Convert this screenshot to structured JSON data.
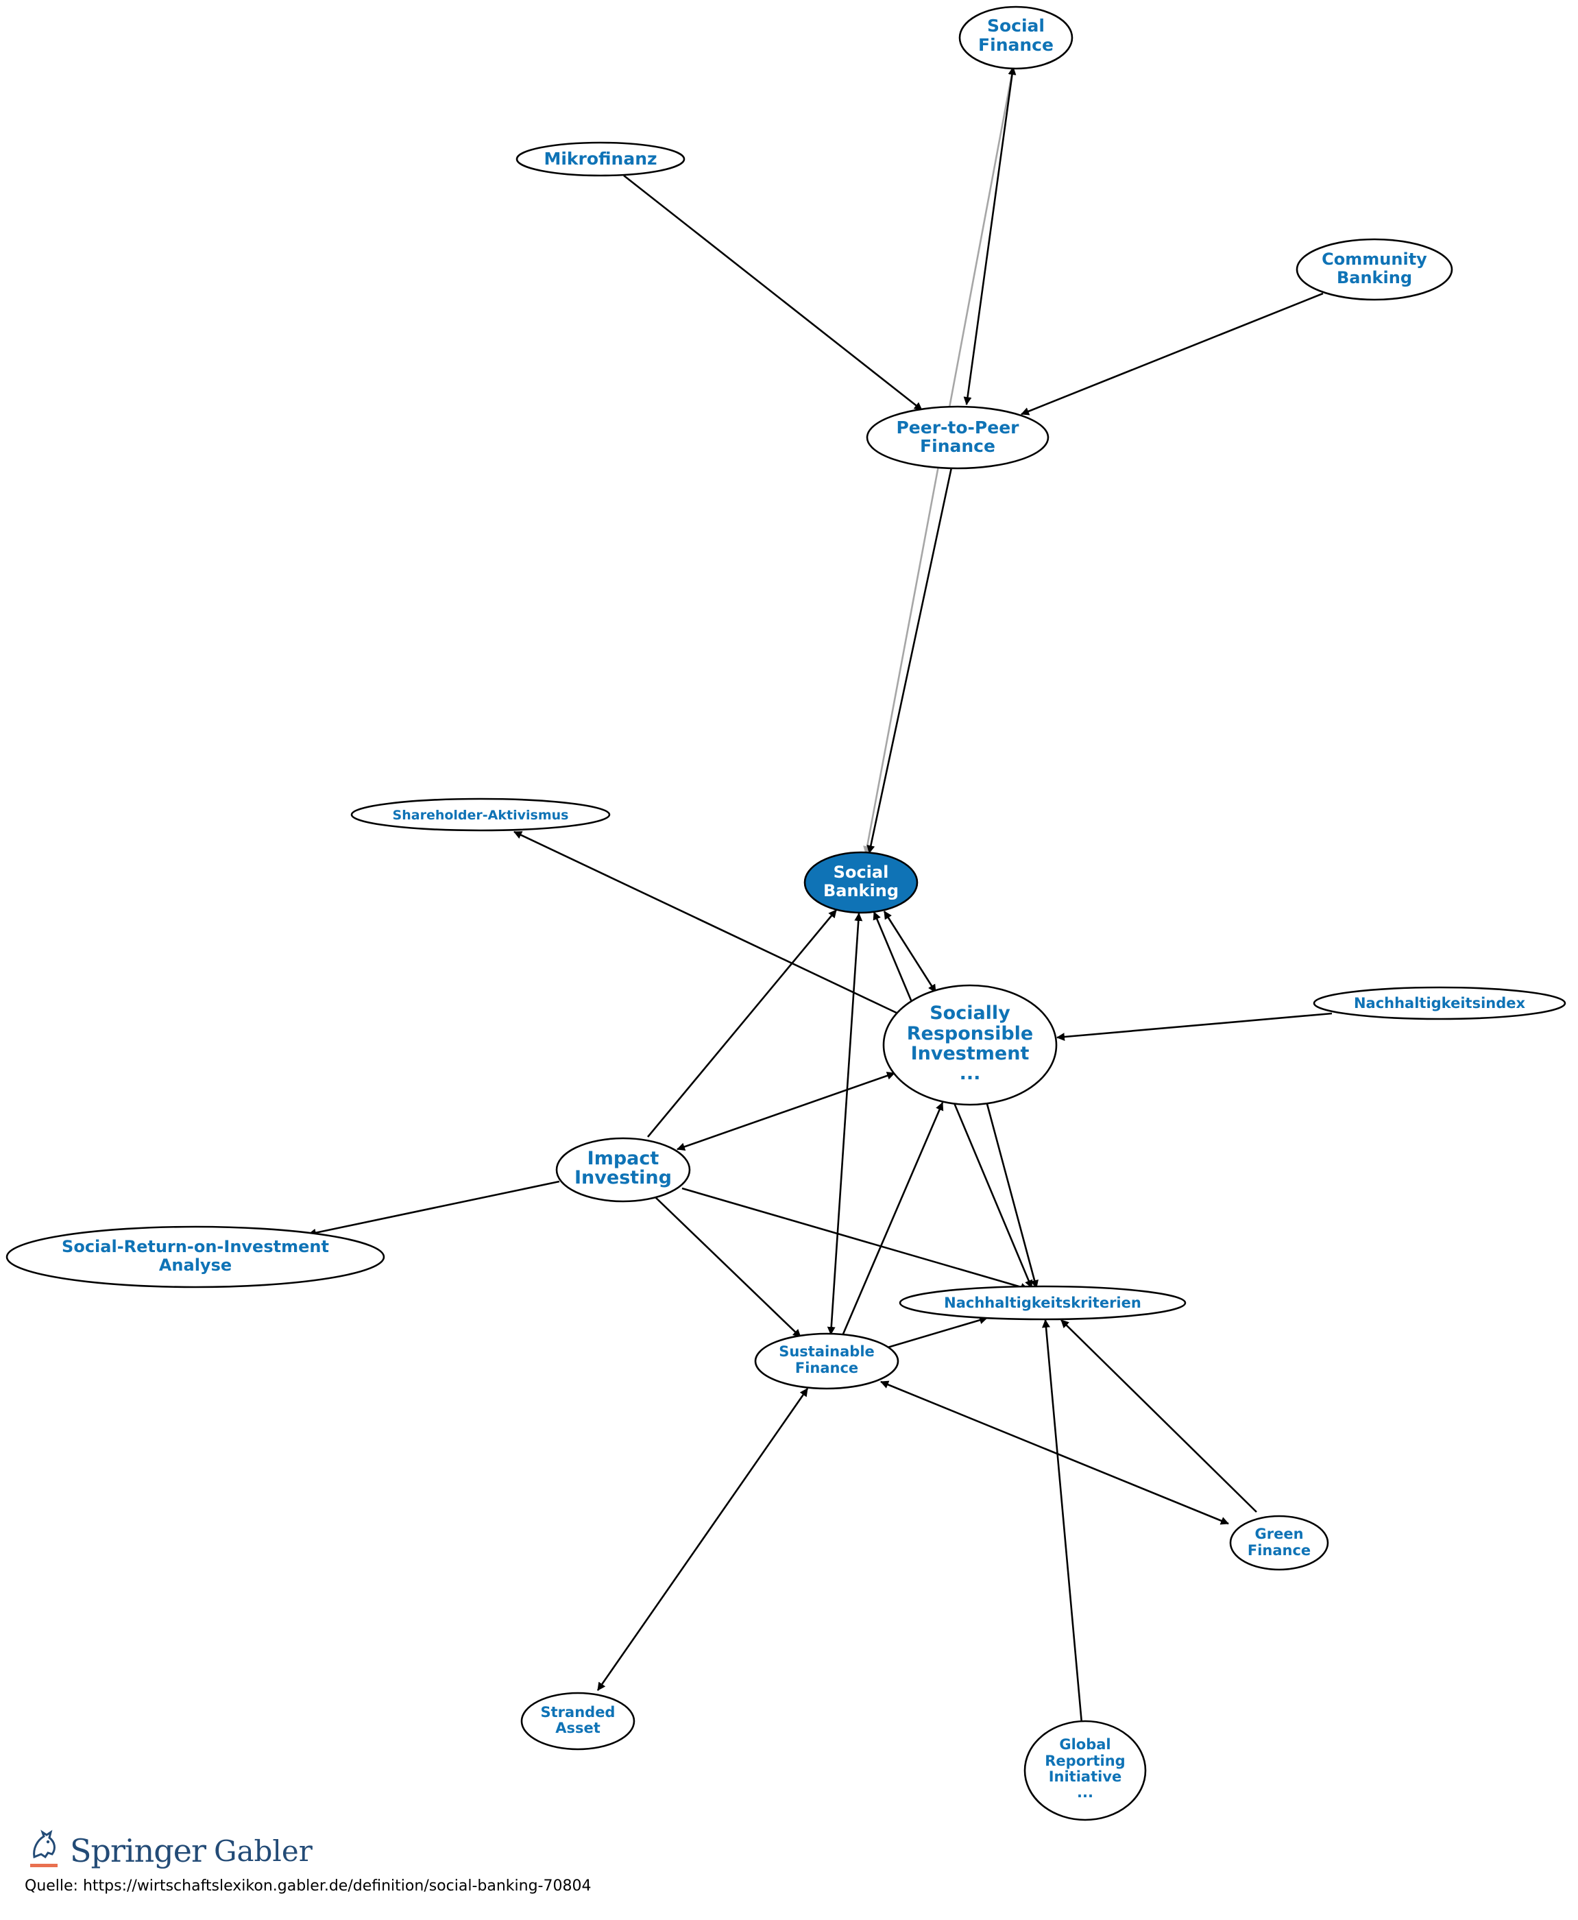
{
  "colors": {
    "label": "#0f73b6",
    "center_fill": "#0f73b6",
    "center_label": "#ffffff",
    "edge": "#000000",
    "edge_gray": "#a6a6a6"
  },
  "nodes": {
    "social_finance": [
      "Social",
      "Finance"
    ],
    "mikrofinanz": [
      "Mikrofinanz"
    ],
    "community_banking": [
      "Community",
      "Banking"
    ],
    "peer_to_peer": [
      "Peer-to-Peer",
      "Finance"
    ],
    "shareholder": [
      "Shareholder-Aktivismus"
    ],
    "social_banking": [
      "Social",
      "Banking"
    ],
    "sri": [
      "Socially",
      "Responsible",
      "Investment",
      "..."
    ],
    "nachhaltigkeitsindex": [
      "Nachhaltigkeitsindex"
    ],
    "impact_investing": [
      "Impact",
      "Investing"
    ],
    "sroi": [
      "Social-Return-on-Investment",
      "Analyse"
    ],
    "nachhaltigkeitskriterien": [
      "Nachhaltigkeitskriterien"
    ],
    "sustainable_finance": [
      "Sustainable",
      "Finance"
    ],
    "green_finance": [
      "Green",
      "Finance"
    ],
    "stranded_asset": [
      "Stranded",
      "Asset"
    ],
    "gri": [
      "Global",
      "Reporting",
      "Initiative",
      "..."
    ]
  },
  "footer": {
    "logo_icon": "springer-horse-icon",
    "brand_springer": "Springer",
    "brand_gabler": "Gabler",
    "source": "Quelle: https://wirtschaftslexikon.gabler.de/definition/social-banking-70804"
  }
}
